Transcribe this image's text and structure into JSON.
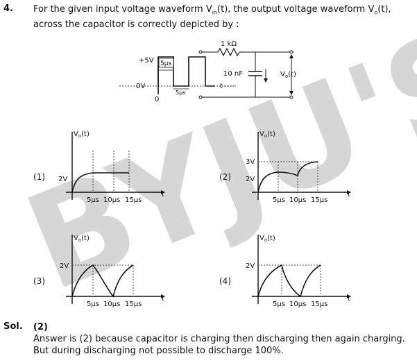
{
  "watermark": "BYJU'S",
  "question": {
    "number": "4.",
    "text_before_vin": "For the given input voltage waveform V",
    "vin_sub": "in",
    "text_mid": "(t), the output voltage waveform V",
    "vo_sub": "o",
    "text_after": "(t), across the capacitor is correctly depicted by :"
  },
  "circuit": {
    "input_high": "+5V",
    "input_low": "0V",
    "pulse_width": "5μs",
    "gap_width": "5μs",
    "origin": "0",
    "time_axis": "t",
    "resistor": "1 kΩ",
    "capacitor": "10 nF",
    "output_label": "V",
    "output_sub": "o",
    "output_suffix": "(t)"
  },
  "options": [
    {
      "label": "(1)",
      "ylabel": "V",
      "ysub": "o",
      "ysuffix": "(t)",
      "levels": [
        "2V"
      ],
      "xticks": [
        "5μs",
        "10μs",
        "15μs"
      ],
      "xaxis": "t"
    },
    {
      "label": "(2)",
      "ylabel": "V",
      "ysub": "o",
      "ysuffix": "(t)",
      "levels": [
        "3V",
        "2V"
      ],
      "xticks": [
        "5μs",
        "10μs",
        "15μs"
      ],
      "xaxis": "t"
    },
    {
      "label": "(3)",
      "ylabel": "V",
      "ysub": "o",
      "ysuffix": "(t)",
      "levels": [
        "2V"
      ],
      "xticks": [
        "5μs",
        "10μs",
        "15μs"
      ],
      "xaxis": "t"
    },
    {
      "label": "(4)",
      "ylabel": "V",
      "ysub": "o",
      "ysuffix": "(t)",
      "levels": [
        "2V"
      ],
      "xticks": [
        "5μs",
        "10μs",
        "15μs"
      ],
      "xaxis": "t"
    }
  ],
  "solution": {
    "label": "Sol.",
    "answer": "(2)",
    "explanation": "Answer is (2)  because capacitor is charging then discharging then again charging. But during discharging not possible to discharge 100%."
  }
}
